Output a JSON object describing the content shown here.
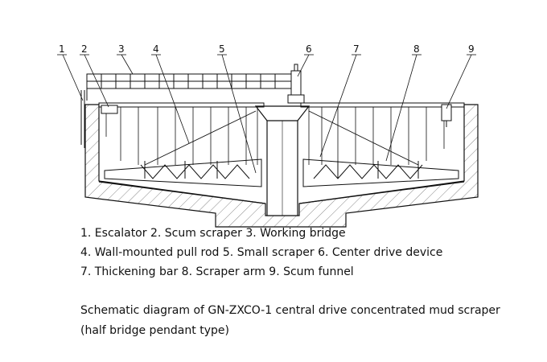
{
  "callouts": [
    {
      "number": "1",
      "meaning": "Escalator"
    },
    {
      "number": "2",
      "meaning": "Scum scraper"
    },
    {
      "number": "3",
      "meaning": "Working bridge"
    },
    {
      "number": "4",
      "meaning": "Wall-mounted pull rod"
    },
    {
      "number": "5",
      "meaning": "Small scraper"
    },
    {
      "number": "6",
      "meaning": "Center drive device"
    },
    {
      "number": "7",
      "meaning": "Thickening bar"
    },
    {
      "number": "8",
      "meaning": "Scraper arm"
    },
    {
      "number": "9",
      "meaning": "Scum funnel"
    }
  ],
  "legend": {
    "line1": "1. Escalator 2. Scum scraper 3. Working bridge",
    "line2": "4. Wall-mounted pull rod 5. Small scraper 6. Center drive device",
    "line3": "7. Thickening bar 8. Scraper arm 9. Scum funnel"
  },
  "caption": {
    "line1": "Schematic diagram of GN-ZXCO-1 central drive concentrated mud scraper",
    "line2": "(half bridge pendant type)"
  }
}
